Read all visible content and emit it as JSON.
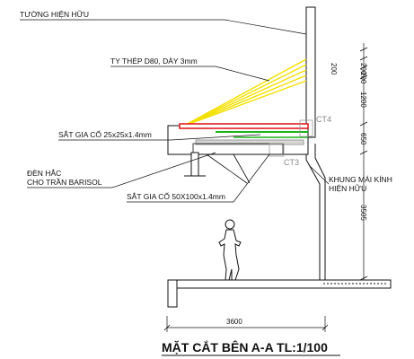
{
  "drawing": {
    "title": "MẶT CẮT BÊN A-A TL:1/100",
    "labels": {
      "existing_wall": "TƯỜNG HIỆN HỮU",
      "steel_rod": "TY THÉP D80, DÀY 3mm",
      "tube_small": "SẮT GIA CỐ 25x25x1.4mm",
      "lamp_line1": "ĐÈN HẮC",
      "lamp_line2": "CHO TRẦN BARISOL",
      "tube_large": "SẮT GIA CỐ 50X100x1.4mm",
      "frame_line1": "KHUNG MÁI KÍNH",
      "frame_line2": "HIỆN HỮU"
    },
    "tags": {
      "ct4": "CT4",
      "ct3": "CT3"
    },
    "dimensions": {
      "d1": "200",
      "d2": "200",
      "d3": "200",
      "d4": "1200",
      "d5": "650",
      "d6": "3505",
      "d7": "3600"
    },
    "colors": {
      "yellow_rods": "#f3e000",
      "red_beam": "#e02020",
      "green_beam": "#1ab31a",
      "gray_beam": "#9a9a9a",
      "leader": "#111111"
    }
  }
}
